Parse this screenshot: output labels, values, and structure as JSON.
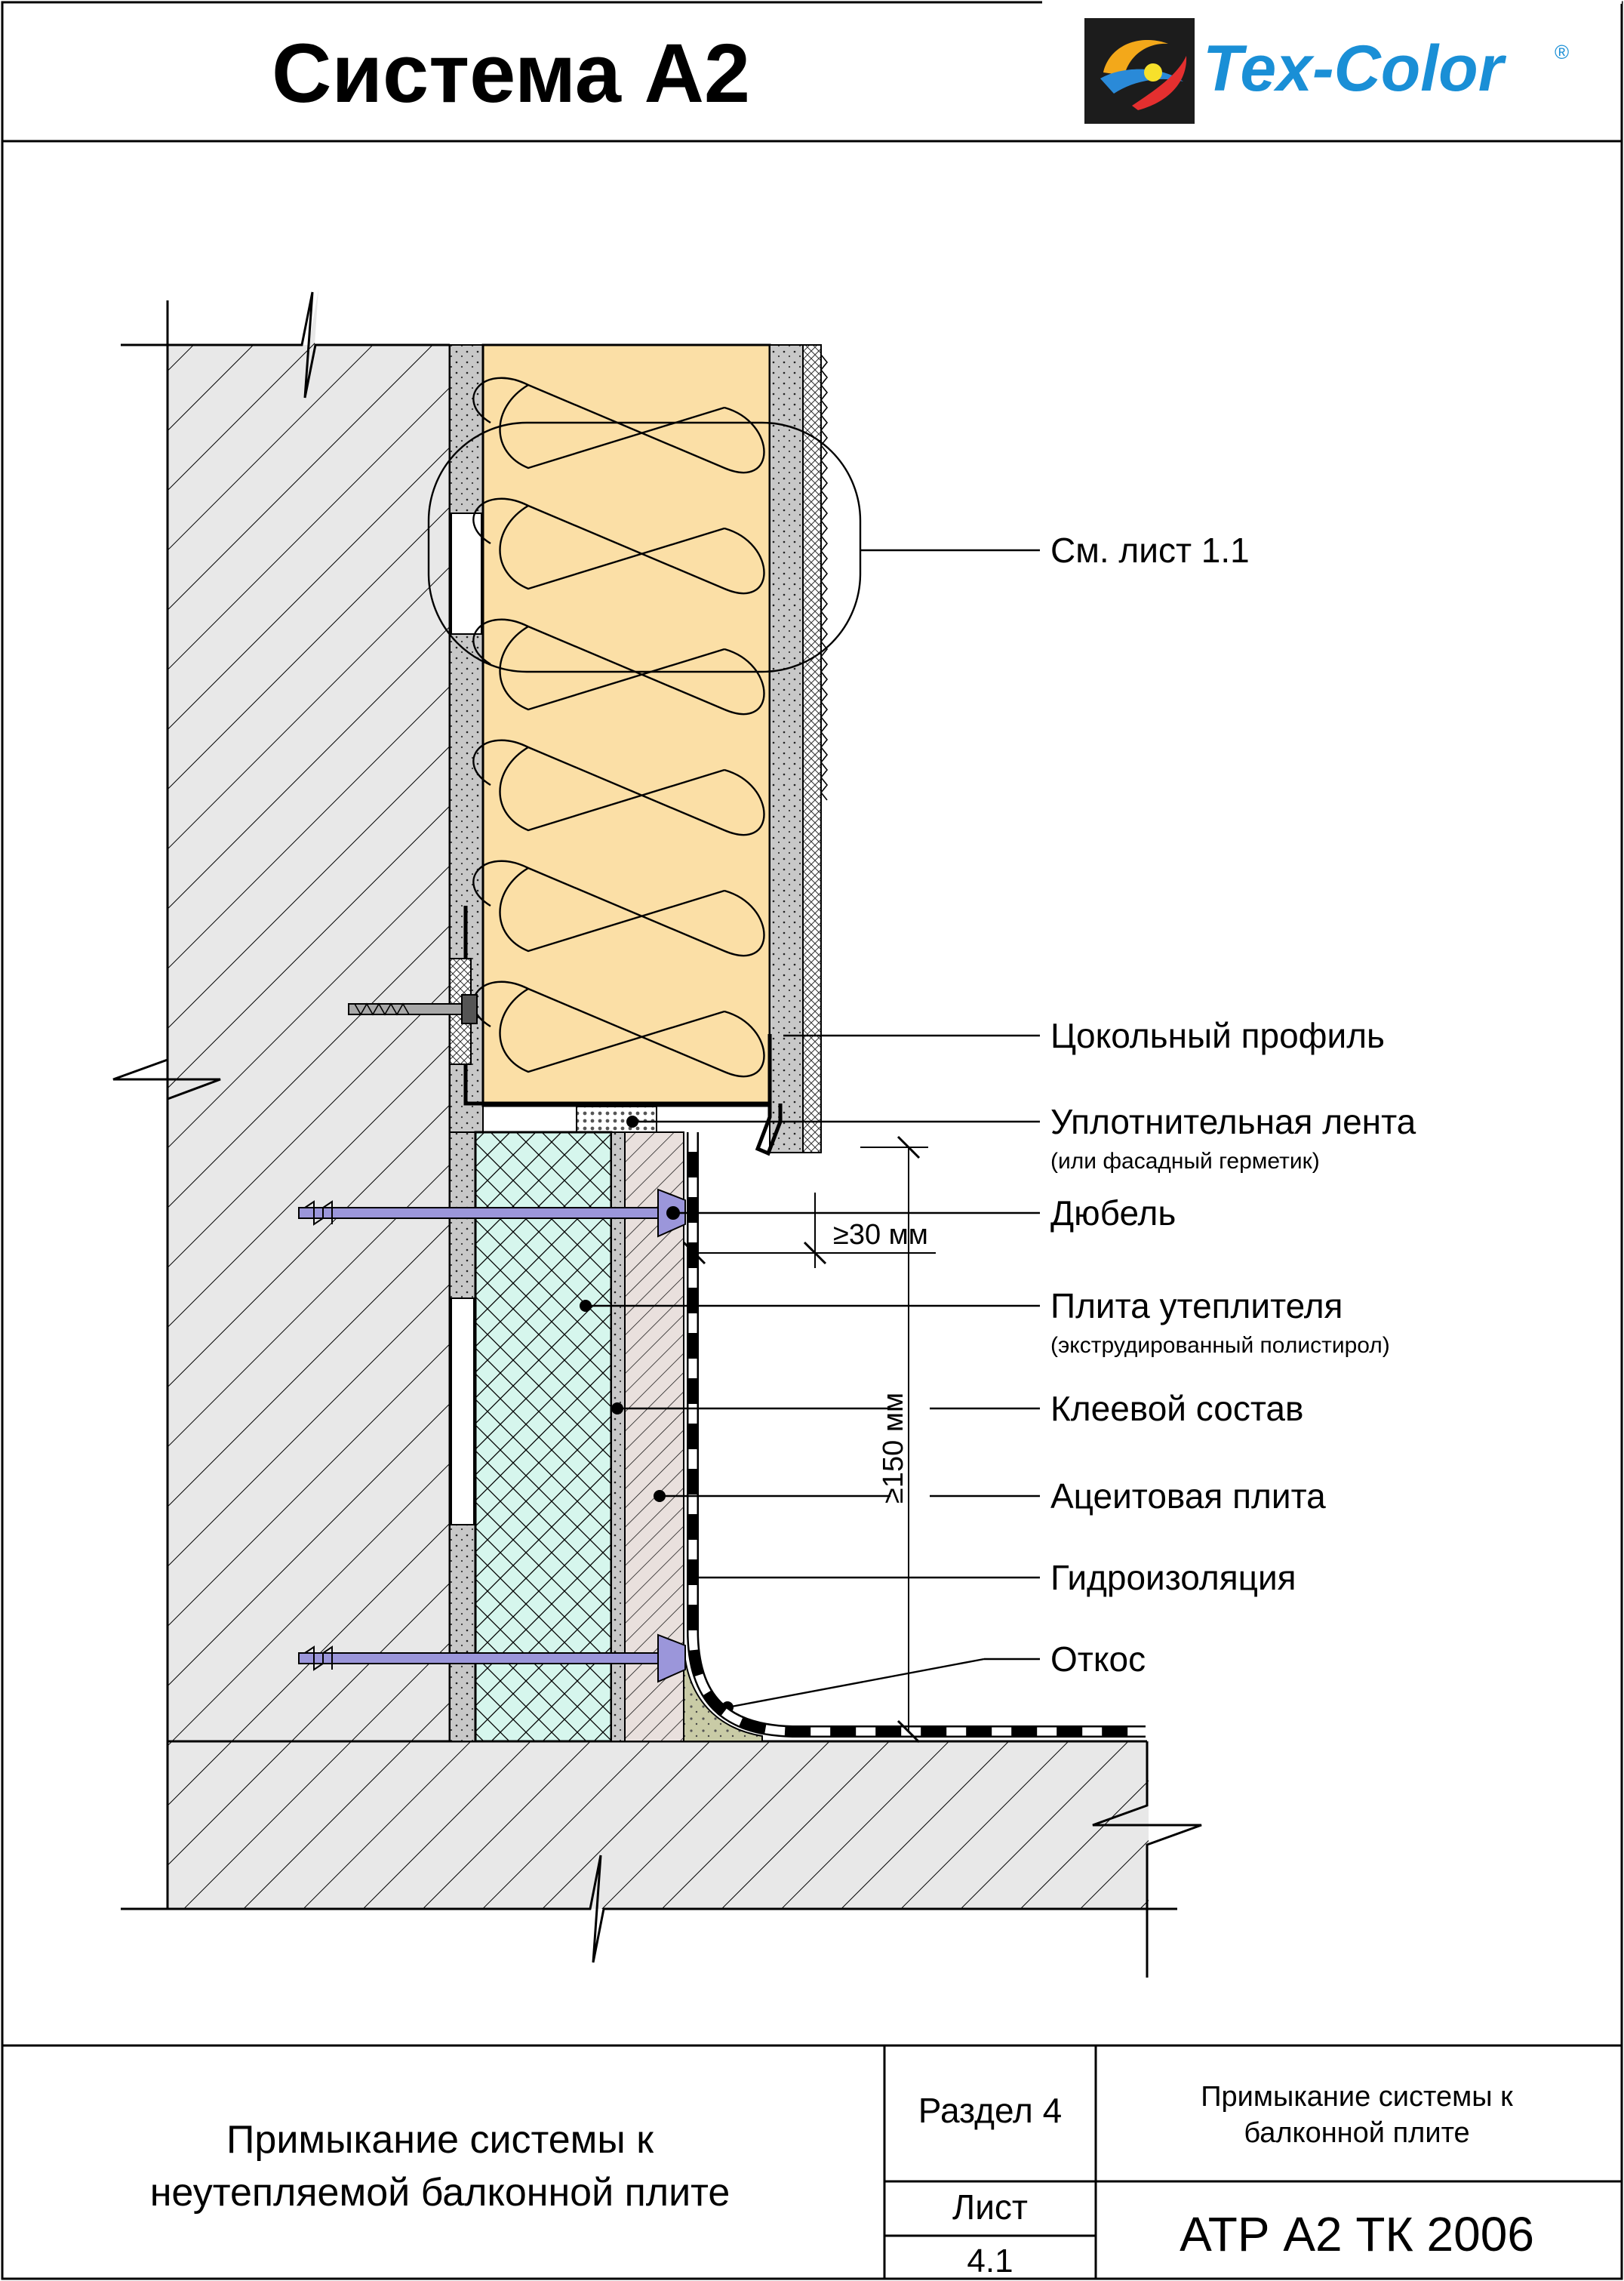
{
  "header": {
    "title": "Система А2",
    "brand": {
      "name": "Tex-Color",
      "registered": "®",
      "color": "#1a8fd6"
    }
  },
  "callouts": {
    "see_sheet": "См. лист 1.1",
    "base_profile": "Цокольный профиль",
    "sealing_tape": "Уплотнительная лента",
    "sealing_tape_note": "(или фасадный герметик)",
    "dowel": "Дюбель",
    "insulation_board": "Плита утеплителя",
    "insulation_board_note": "(экструдированный полистирол)",
    "adhesive": "Клеевой состав",
    "aceid_board": "Ацеитовая плита",
    "waterproofing": "Гидроизоляция",
    "slope": "Откос"
  },
  "dimensions": {
    "min_offset": "≥30 мм",
    "min_height": "≥150 мм"
  },
  "title_block": {
    "description": [
      "Примыкание системы к",
      "неутепляемой балконной плите"
    ],
    "section_label": "Раздел 4",
    "section_title": [
      "Примыкание системы к",
      "балконной плите"
    ],
    "sheet_label": "Лист",
    "sheet_number": "4.1",
    "doc_code": "АТР А2 ТК 2006"
  },
  "colors": {
    "mineral_wool": "#fbdfa6",
    "xps_board": "#d4f5ec",
    "aceid_board": "#e7dfdc",
    "adhesive": "#c7c7c7",
    "mortar_fillet": "#c7c9a6",
    "dowel": "#9b96da",
    "wall_hatch": "#e6e6e6",
    "frame": "#000000"
  }
}
